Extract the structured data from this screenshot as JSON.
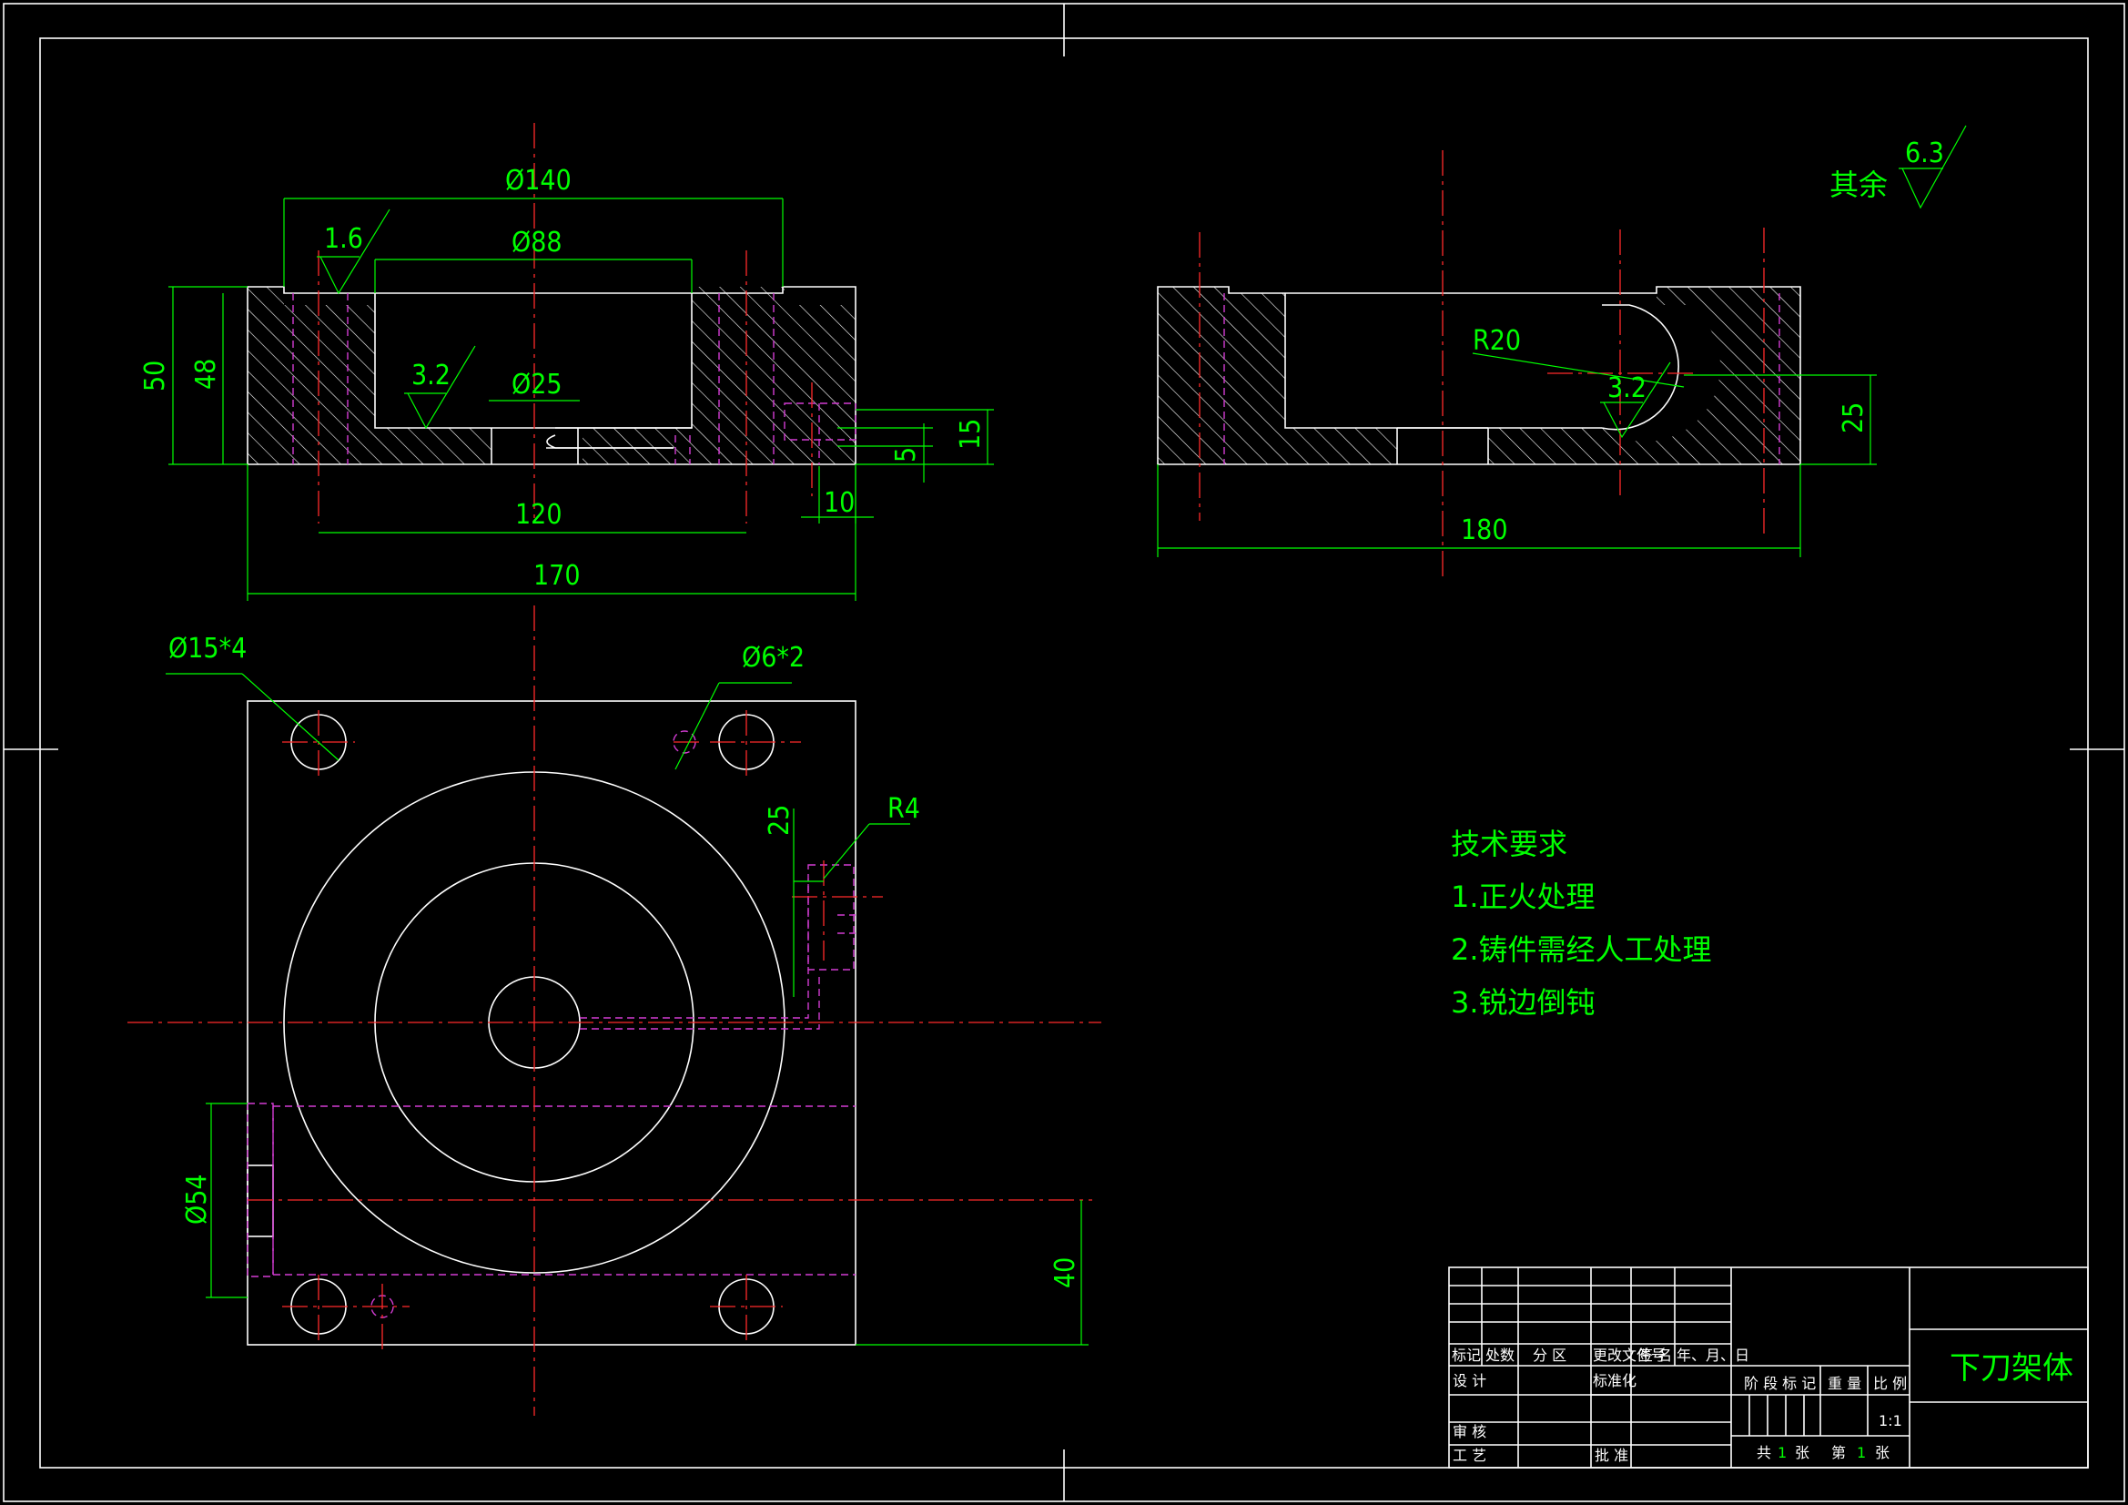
{
  "front_view": {
    "dims": {
      "d140": "Ø140",
      "d88": "Ø88",
      "d25": "Ø25",
      "h50": "50",
      "h48": "48",
      "w120": "120",
      "w170": "170",
      "d15": "15",
      "d5": "5",
      "d10": "10"
    },
    "roughness": {
      "r1": "1.6",
      "r2": "3.2"
    }
  },
  "side_view": {
    "dims": {
      "r20": "R20",
      "h25": "25",
      "w180": "180"
    },
    "roughness": {
      "r1": "3.2"
    }
  },
  "general_roughness": {
    "label": "其余",
    "value": "6.3"
  },
  "top_view": {
    "dims": {
      "holes15": "Ø15*4",
      "holes6": "Ø6*2",
      "r4": "R4",
      "d25": "25",
      "d54": "Ø54",
      "d40": "40"
    }
  },
  "tech_requirements": {
    "title": "技术要求",
    "items": [
      "1.正火处理",
      "2.铸件需经人工处理",
      "3.锐边倒钝"
    ]
  },
  "title_block": {
    "part_name": "下刀架体",
    "scale": "1:1",
    "headers": [
      "标记",
      "处数",
      "分 区",
      "更改文件号",
      "签 名",
      "年、月、日"
    ],
    "design": "设 计",
    "standardize": "标准化",
    "review": "审 核",
    "process": "工 艺",
    "approve": "批 准",
    "stage_mark": "阶 段 标 记",
    "weight": "重 量",
    "ratio": "比 例",
    "sheet_total_pre": "共",
    "sheet_total": "1",
    "sheet_unit": "张",
    "sheet_no_pre": "第",
    "sheet_no": "1",
    "sheet_no_unit": "张"
  }
}
